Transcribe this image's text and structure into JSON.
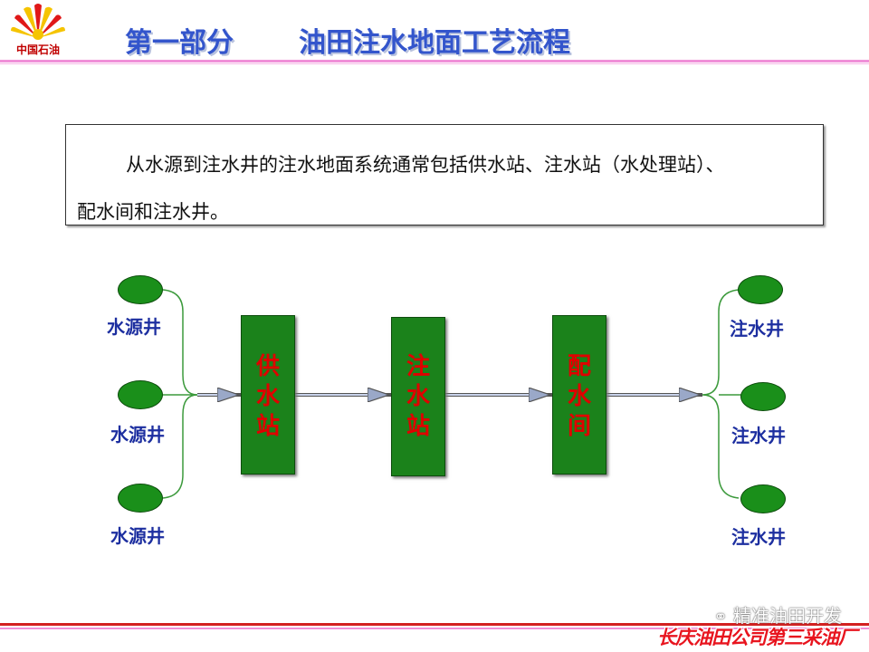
{
  "header": {
    "logo_text": "中国石油",
    "title_part": "第一部分",
    "title_topic": "油田注水地面工艺流程"
  },
  "intro": {
    "line1": "从水源到注水井的注水地面系统通常包括供水站、注水站（水处理站）、",
    "line2": "配水间和注水井。"
  },
  "diagram": {
    "sources": [
      {
        "label": "水源井"
      },
      {
        "label": "水源井"
      },
      {
        "label": "水源井"
      }
    ],
    "stations": [
      {
        "chars": [
          "供",
          "水",
          "站"
        ]
      },
      {
        "chars": [
          "注",
          "水",
          "站"
        ]
      },
      {
        "chars": [
          "配",
          "水",
          "间"
        ]
      }
    ],
    "injection_wells": [
      {
        "label": "注水井"
      },
      {
        "label": "注水井"
      },
      {
        "label": "注水井"
      }
    ]
  },
  "footer": {
    "watermark": "精准油田开发",
    "unit": "长庆油田公司第三采油厂"
  },
  "colors": {
    "title": "#3355cc",
    "station_fill": "#1b821b",
    "station_text": "#e00000",
    "well_fill": "#1a8f1a",
    "label_text": "#1d2fa0",
    "accent_line": "#f090d8"
  }
}
